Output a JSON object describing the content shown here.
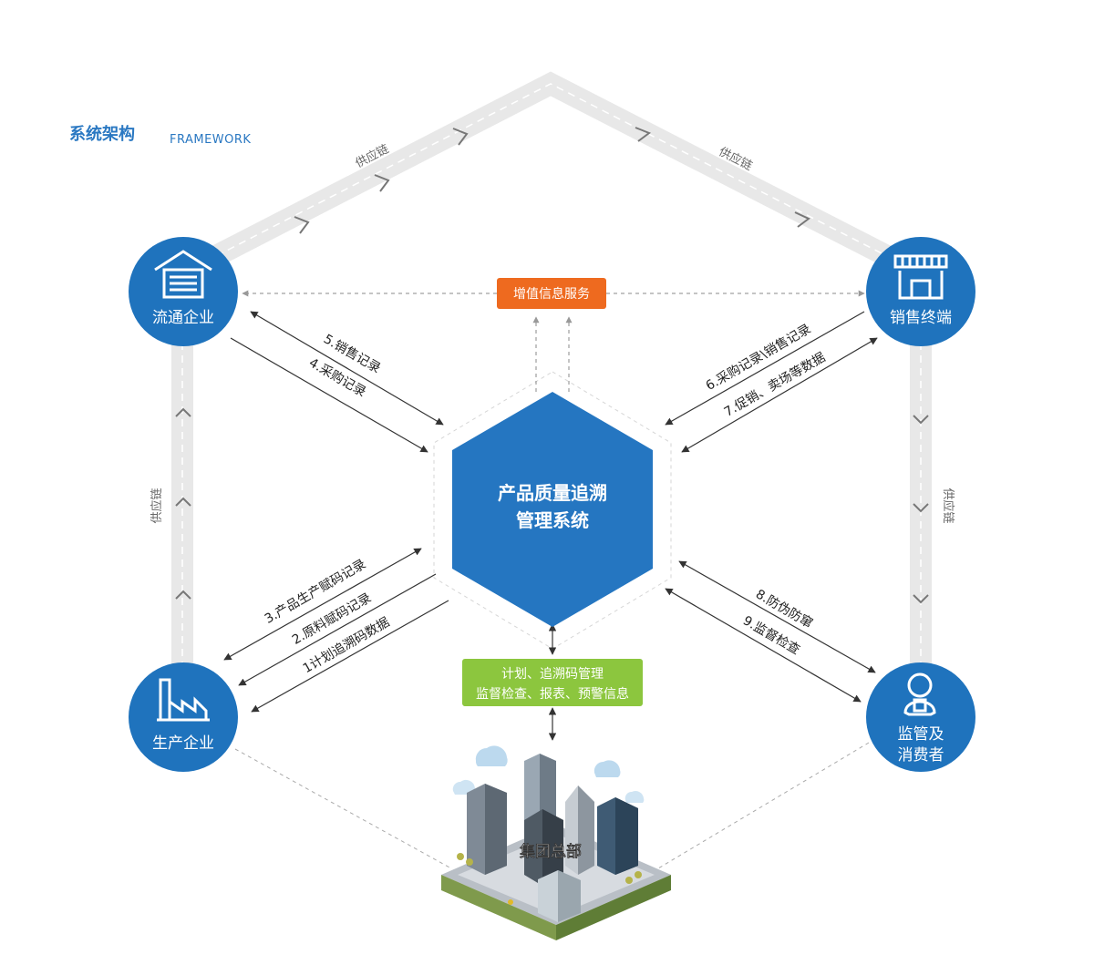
{
  "header": {
    "title": "系统架构",
    "subtitle": "FRAMEWORK"
  },
  "supply_chain_label": "供应链",
  "nodes": {
    "circulation": "流通企业",
    "retail": "销售终端",
    "production": "生产企业",
    "regulator_line1": "监管及",
    "regulator_line2": "消费者",
    "headquarters": "集团总部"
  },
  "center": {
    "line1": "产品质量追溯",
    "line2": "管理系统"
  },
  "service_box": "增值信息服务",
  "management_box": {
    "line1": "计划、追溯码管理",
    "line2": "监督检查、报表、预警信息"
  },
  "flows": {
    "sales_record": "5.销售记录",
    "purchase_record": "4.采购记录",
    "purchase_sales_record": "6.采购记录\\销售记录",
    "promotion_data": "7.促销、卖场等数据",
    "production_coding": "3.产品生产赋码记录",
    "material_coding": "2.原料赋码记录",
    "plan_trace_data": "1计划追溯码数据",
    "anti_counterfeit": "8.防伪防窜",
    "supervision_check": "9.监督检查"
  },
  "colors": {
    "primary_blue": "#2a78c2",
    "orange": "#ee6a1f",
    "green": "#8cc63e",
    "road_gray": "#e8e8e8"
  }
}
